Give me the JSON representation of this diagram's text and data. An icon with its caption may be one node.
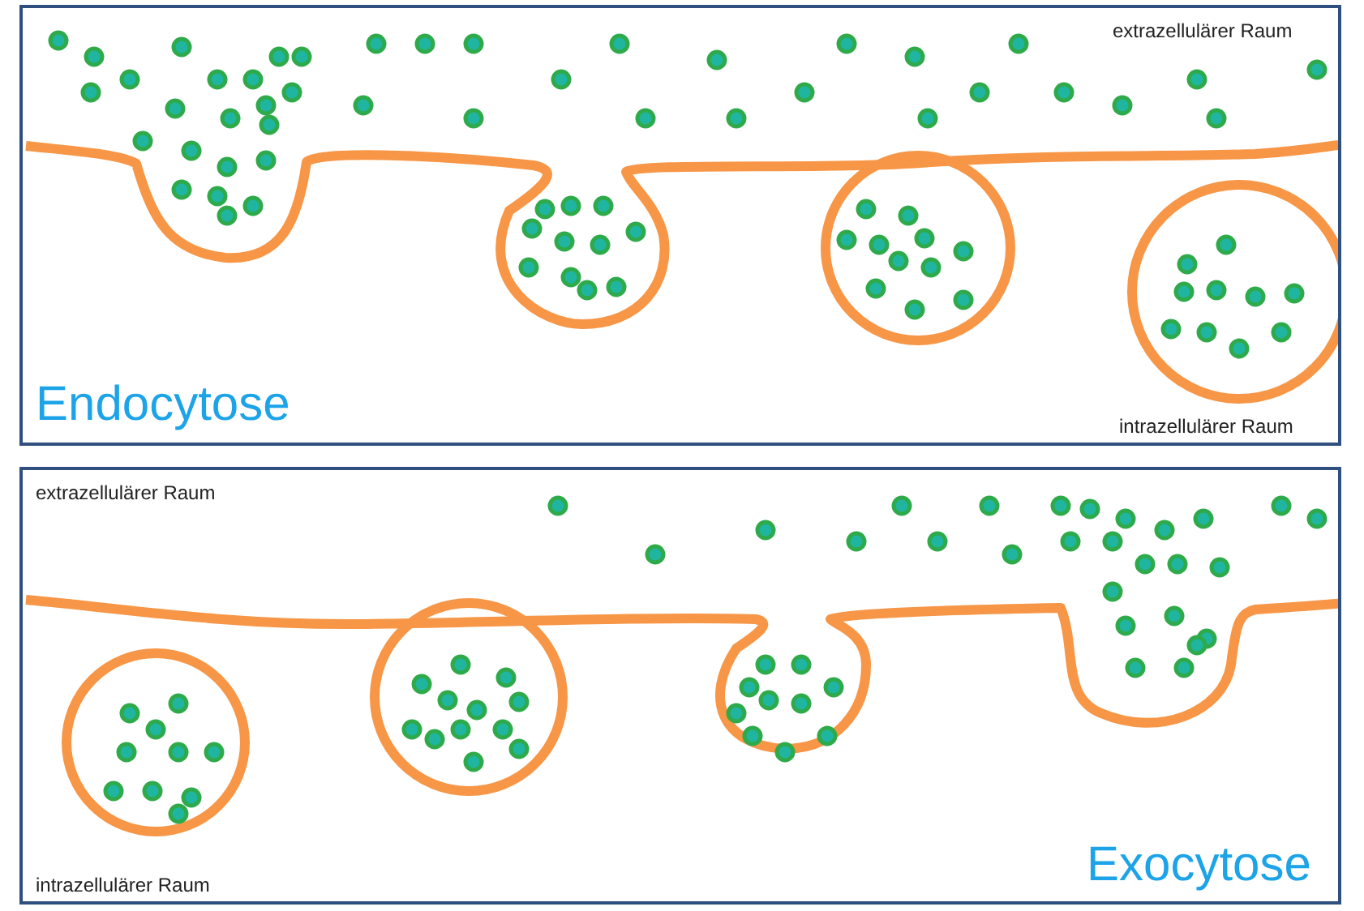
{
  "diagram": {
    "nodes": [
      {
        "text": [
          "extrazellulärer Raum",
          "Endocytose",
          "intrazellulärer Raum"
        ]
      },
      {
        "text": [
          "extrazellulärer Raum",
          "intrazellulärer Raum",
          "Exocytose"
        ]
      }
    ]
  }
}
